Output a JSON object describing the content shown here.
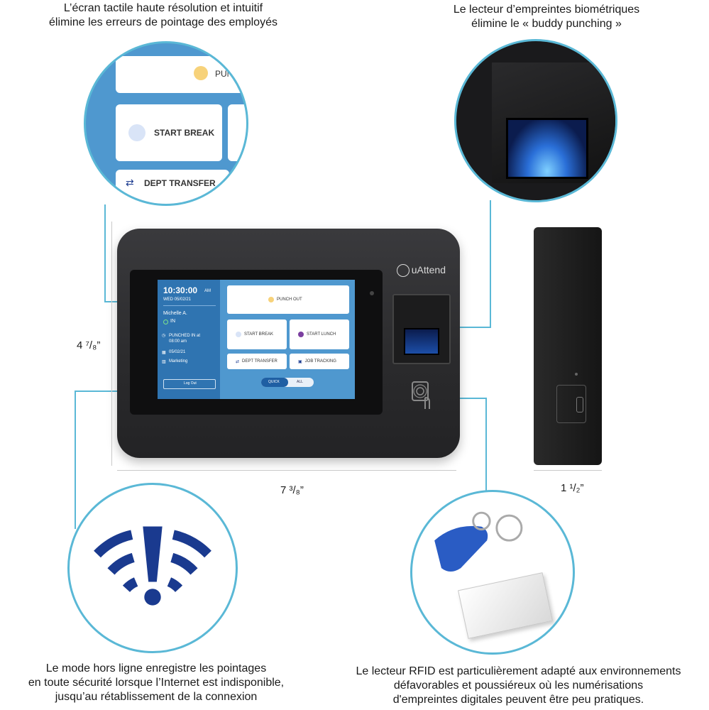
{
  "captions": {
    "touchscreen": [
      "L’écran tactile haute résolution et intuitif",
      "élimine les erreurs de pointage des employés"
    ],
    "biometric": [
      "Le lecteur d’empreintes biométriques",
      "élimine le « buddy punching »"
    ],
    "offline": [
      "Le mode hors ligne enregistre les pointages",
      "en toute sécurité lorsque l’Internet est indisponible,",
      "jusqu’au rétablissement de la connexion"
    ],
    "rfid": [
      "Le lecteur RFID est particulièrement adapté aux environnements",
      "défavorables et poussiéreux où les numérisations",
      "d'empreintes digitales peuvent être peu pratiques."
    ]
  },
  "dimensions": {
    "height": "4 ⁷/₈”",
    "width": "7 ³/₈”",
    "depth": "1 ¹/₂”"
  },
  "brand": "uAttend",
  "zoom_touchscreen": {
    "tiles": [
      "PUN",
      "START BREAK",
      "DEPT TRANSFER"
    ]
  },
  "screen": {
    "time": "10:30:00",
    "ampm": "AM",
    "date": "WED 05/02/21",
    "user": "Michelle A.",
    "status": "IN",
    "punched_line1": "PUNCHED IN at",
    "punched_line2": "08:00 am",
    "punch_date": "05/02/21",
    "department": "Marketing",
    "logout": "Log Out",
    "tiles": {
      "punch_out": "PUNCH OUT",
      "start_break": "START BREAK",
      "start_lunch": "START LUNCH",
      "dept_transfer": "DEPT TRANSFER",
      "job_tracking": "JOB TRACKING"
    },
    "toggle": [
      "QUICK",
      "ALL"
    ]
  },
  "colors": {
    "accent_line": "#5ab8d6",
    "screen_blue": "#4f98cf",
    "wifi_blue": "#1a3a8f"
  },
  "icons": [
    "fingerprint-icon",
    "wifi-warning-icon",
    "rfid-keyfob-icon",
    "rfid-card-icon",
    "tap-card-icon"
  ]
}
